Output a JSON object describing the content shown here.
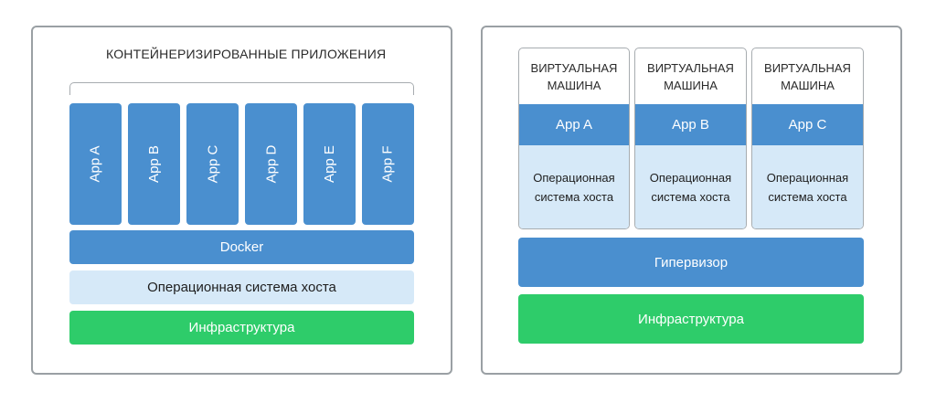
{
  "left": {
    "title": "КОНТЕЙНЕРИЗИРОВАННЫЕ ПРИЛОЖЕНИЯ",
    "apps": [
      "App A",
      "App B",
      "App C",
      "App D",
      "App E",
      "App F"
    ],
    "docker": "Docker",
    "host_os": "Операционная система хоста",
    "infra": "Инфраструктура"
  },
  "right": {
    "vms": [
      {
        "label": "ВИРТУАЛЬНАЯ МАШИНА",
        "app": "App A",
        "os": "Операционная система хоста"
      },
      {
        "label": "ВИРТУАЛЬНАЯ МАШИНА",
        "app": "App B",
        "os": "Операционная система хоста"
      },
      {
        "label": "ВИРТУАЛЬНАЯ МАШИНА",
        "app": "App C",
        "os": "Операционная система хоста"
      }
    ],
    "hypervisor": "Гипервизор",
    "infra": "Инфраструктура"
  },
  "colors": {
    "blue": "#4a8fcf",
    "light_blue": "#d6e9f8",
    "green": "#2ecc6a",
    "border": "#9aa0a4"
  }
}
